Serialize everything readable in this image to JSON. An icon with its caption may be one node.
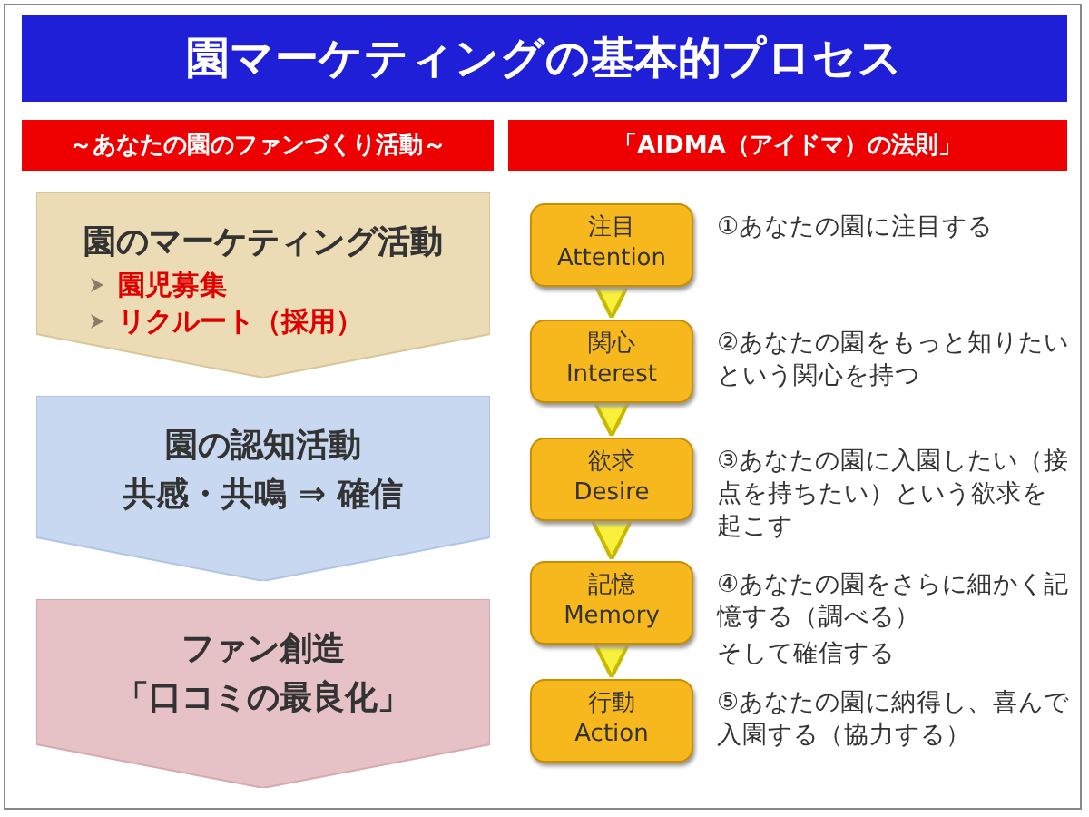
{
  "diagram": {
    "title": "園マーケティングの基本的プロセス",
    "nodes": [
      {
        "text": [
          "～あなたの園のファンづくり活動～"
        ]
      },
      {
        "text": [
          "「AIDMA（アイドマ）の法則」"
        ]
      },
      {
        "text": [
          "園のマーケティング活動",
          "園児募集",
          "リクルート（採用）"
        ]
      },
      {
        "text": [
          "園の認知活動",
          "共感・共鳴 ⇒ 確信"
        ]
      },
      {
        "text": [
          "ファン創造",
          "「口コミの最良化」"
        ]
      },
      {
        "text": [
          "注目",
          "Attention"
        ],
        "beside": [
          "①あなたの園に注目する"
        ]
      },
      {
        "text": [
          "関心",
          "Interest"
        ],
        "beside": [
          "②あなたの園をもっと知りたいという関心を持つ"
        ]
      },
      {
        "text": [
          "欲求",
          "Desire"
        ],
        "beside": [
          "③あなたの園に入園したい（接点を持ちたい）という欲求を起こす"
        ]
      },
      {
        "text": [
          "記憶",
          "Memory"
        ],
        "beside": [
          "④あなたの園をさらに細かく記憶する（調べる）",
          "そして確信する"
        ]
      },
      {
        "text": [
          "行動",
          "Action"
        ],
        "beside": [
          "⑤あなたの園に納得し、喜んで入園する（協力する）"
        ]
      }
    ],
    "edges": [
      {
        "from": 5,
        "to": 6,
        "arrow": "to"
      },
      {
        "from": 6,
        "to": 7,
        "arrow": "to"
      },
      {
        "from": 7,
        "to": 8,
        "arrow": "to"
      },
      {
        "from": 8,
        "to": 9,
        "arrow": "to"
      }
    ]
  }
}
